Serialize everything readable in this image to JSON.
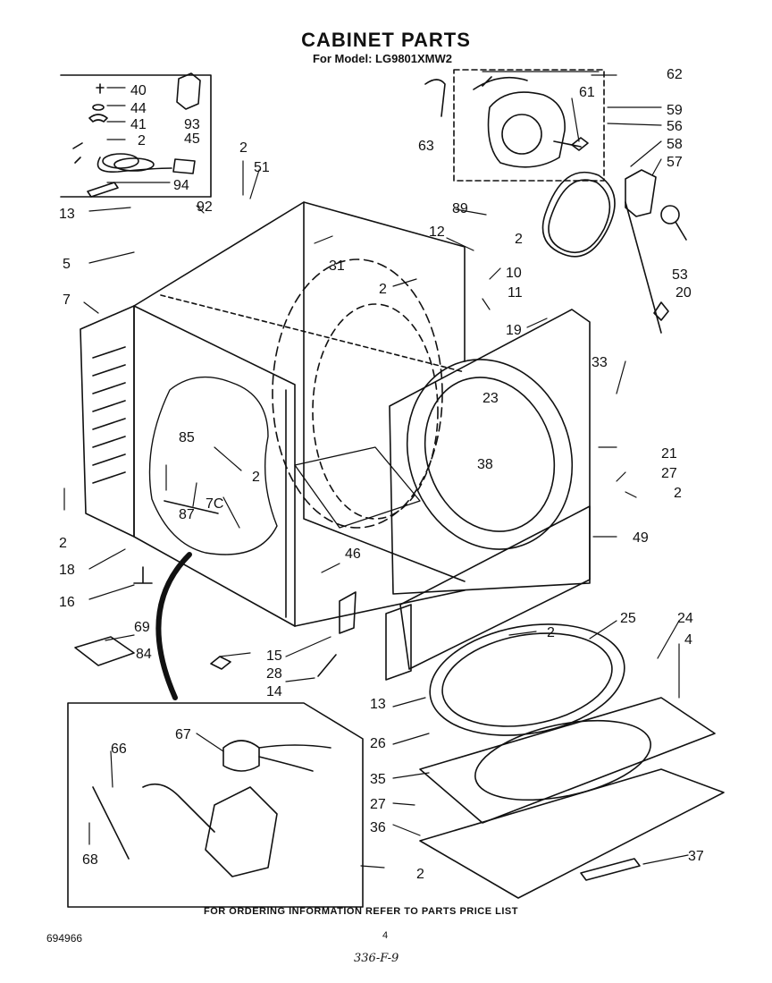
{
  "title": "CABINET PARTS",
  "subtitle": "For Model: LG9801XMW2",
  "footer": {
    "note": "FOR ORDERING INFORMATION REFER TO PARTS PRICE LIST",
    "doc_number": "694966",
    "page_number": "4",
    "handwritten": "336-F-9"
  },
  "callouts": {
    "c40": "40",
    "c44": "44",
    "c41": "41",
    "c2a": "2",
    "c45": "45",
    "c93": "93",
    "c94": "94",
    "c2b": "2",
    "c51": "51",
    "c13a": "13",
    "c92": "92",
    "c5": "5",
    "c31": "31",
    "c7": "7",
    "c62": "62",
    "c61": "61",
    "c63": "63",
    "c59": "59",
    "c56": "56",
    "c58": "58",
    "c57": "57",
    "c89": "89",
    "c2c": "2",
    "c12": "12",
    "c10": "10",
    "c2d": "2",
    "c11": "11",
    "c53": "53",
    "c20": "20",
    "c19": "19",
    "c33": "33",
    "c23": "23",
    "c85": "85",
    "c2e": "2",
    "c38": "38",
    "c21": "21",
    "c27a": "27",
    "c2f": "2",
    "c87": "87",
    "c70": "7C",
    "c2g": "2",
    "c49": "49",
    "c46": "46",
    "c18": "18",
    "c16": "16",
    "c25": "25",
    "c24": "24",
    "c4": "4",
    "c69": "69",
    "c84": "84",
    "c15": "15",
    "c28": "28",
    "c14": "14",
    "c2h": "2",
    "c67": "67",
    "c66": "66",
    "c13b": "13",
    "c26": "26",
    "c35": "35",
    "c27b": "27",
    "c36": "36",
    "c37": "37",
    "c68": "68",
    "c2i": "2"
  }
}
